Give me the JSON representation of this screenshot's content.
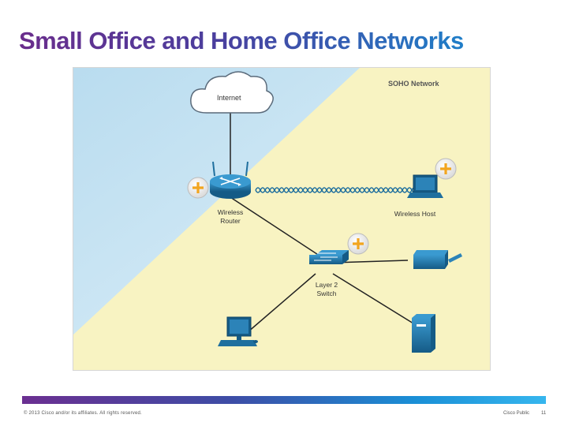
{
  "title": "Small Office and Home Office Networks",
  "diagram": {
    "heading": "SOHO Network",
    "internet_label": "Internet",
    "router_label": [
      "Wireless",
      "Router"
    ],
    "wireless_host_label": "Wireless Host",
    "switch_label": [
      "Layer 2",
      "Switch"
    ]
  },
  "footer": {
    "copyright": "© 2013 Cisco and/or its affiliates. All rights reserved.",
    "classification": "Cisco Public",
    "page_number": "11"
  },
  "colors": {
    "title_start": "#6a2d8c",
    "title_end": "#1f7ec8",
    "diagram_bg": "#f8f3c2",
    "diagram_wedge": "#cfe8f5",
    "device_blue": "#1f6f9e",
    "plus_badge": "#f2a51f"
  }
}
